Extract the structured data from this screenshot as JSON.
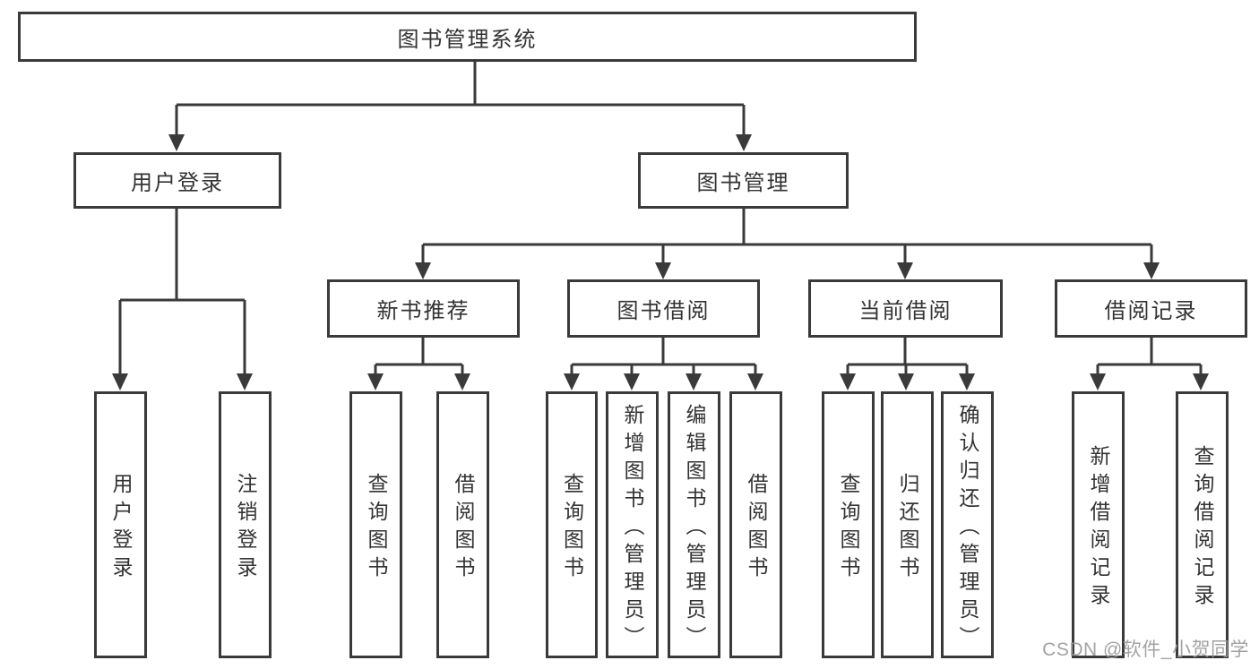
{
  "diagram": {
    "root": {
      "label": "图书管理系统"
    },
    "branches": [
      {
        "label": "用户登录",
        "children": [
          {
            "label": "用户登录"
          },
          {
            "label": "注销登录"
          }
        ]
      },
      {
        "label": "图书管理",
        "children": [
          {
            "label": "新书推荐",
            "children": [
              {
                "label": "查询图书"
              },
              {
                "label": "借阅图书"
              }
            ]
          },
          {
            "label": "图书借阅",
            "children": [
              {
                "label": "查询图书"
              },
              {
                "label": "新增图书（管理员）"
              },
              {
                "label": "编辑图书（管理员）"
              },
              {
                "label": "借阅图书"
              }
            ]
          },
          {
            "label": "当前借阅",
            "children": [
              {
                "label": "查询图书"
              },
              {
                "label": "归还图书"
              },
              {
                "label": "确认归还（管理员）"
              }
            ]
          },
          {
            "label": "借阅记录",
            "children": [
              {
                "label": "新增借阅记录"
              },
              {
                "label": "查询借阅记录"
              }
            ]
          }
        ]
      }
    ]
  },
  "watermark": {
    "text": "CSDN @软件_小贺同学"
  },
  "colors": {
    "line": "#3a3a3a",
    "box_border": "#3a3a3a",
    "text": "#333333",
    "watermark": "#9b9b9b",
    "background": "#ffffff"
  }
}
